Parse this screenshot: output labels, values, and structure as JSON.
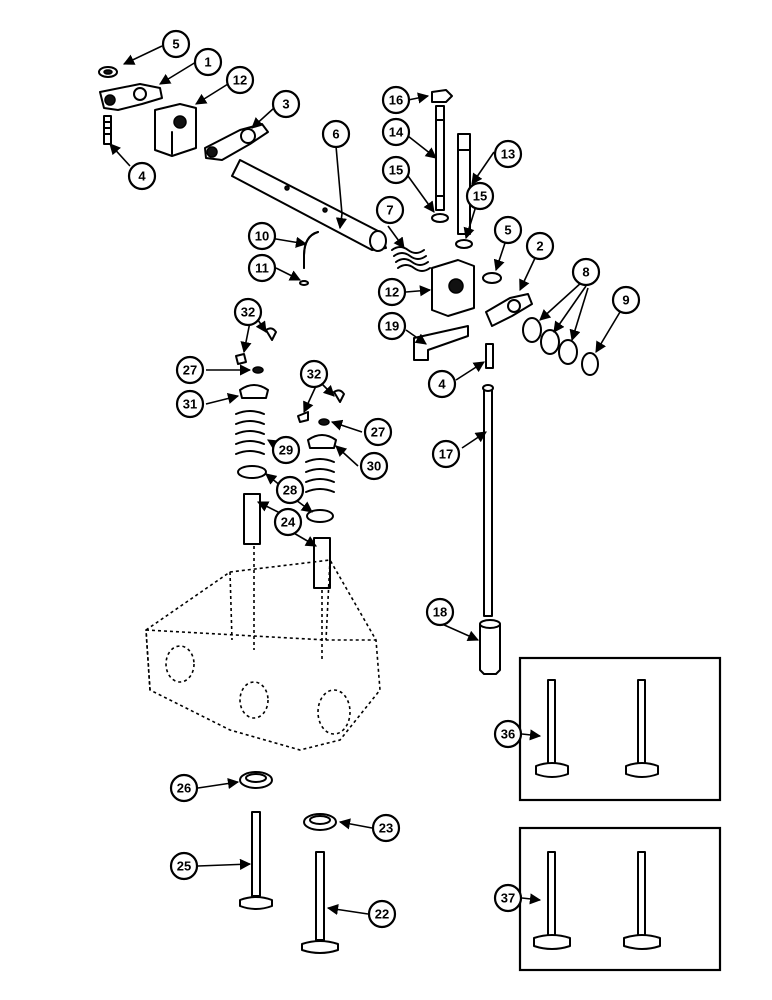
{
  "callouts": {
    "c1": "1",
    "c2": "2",
    "c3": "3",
    "c4a": "4",
    "c4b": "4",
    "c5a": "5",
    "c5b": "5",
    "c6": "6",
    "c7": "7",
    "c8": "8",
    "c9": "9",
    "c10": "10",
    "c11": "11",
    "c12a": "12",
    "c12b": "12",
    "c13": "13",
    "c14": "14",
    "c15a": "15",
    "c15b": "15",
    "c16": "16",
    "c17": "17",
    "c18": "18",
    "c19": "19",
    "c22": "22",
    "c23": "23",
    "c24": "24",
    "c25": "25",
    "c26": "26",
    "c27a": "27",
    "c27b": "27",
    "c28": "28",
    "c29": "29",
    "c30": "30",
    "c31": "31",
    "c32a": "32",
    "c32b": "32",
    "c36": "36",
    "c37": "37"
  }
}
